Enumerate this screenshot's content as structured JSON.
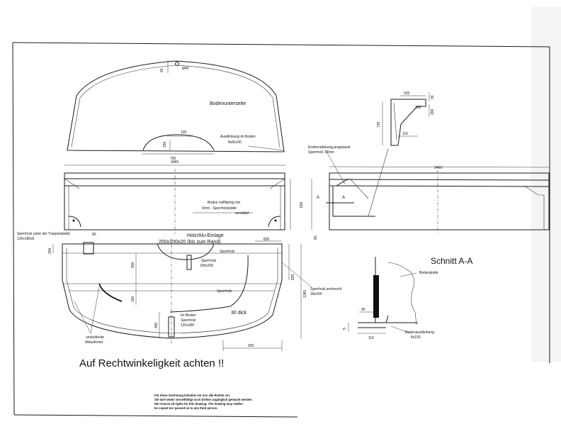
{
  "title": "Auf Rechtwinkeligkeit achten !!",
  "views": {
    "bottom": {
      "label": "Bodenunterseite",
      "cutout": "Ausklinkung im Boden:",
      "cutout_size": "8x8x100",
      "dim_60": "60",
      "dim_45": "Ø45",
      "dim_100": "100",
      "dim_150": "150",
      "dim_750": "750"
    },
    "front": {
      "dim_width": "3460",
      "plate_note_1": "Boden vollflächig mit",
      "plate_note_2": "6mm - Sperrholzplatte",
      "plate_note_3": "verstärkt",
      "dim_800": "800",
      "dim_80": "80"
    },
    "side": {
      "dim_width": "3460",
      "end_note_1": "Endverstärkung,angepasst",
      "end_note_2": "Sperrholz 15mm",
      "section_mark": "A"
    },
    "detail": {
      "dim_520": "520",
      "dim_30": "30",
      "dim_160": "160",
      "dim_200": "200",
      "dim_730": "730",
      "dim_110": "110"
    },
    "top": {
      "stair_note_1": "Sperrholz unter der Treppenplatte",
      "stair_note_2": "120x180x6",
      "dim_80": "80",
      "insert_note_1": "Holz/Alu-Einlage",
      "insert_note_2": "200x100x20 (bis zum Rand)",
      "dim_820": "820",
      "dim_200": "200",
      "sperrholz_a": "Sperrholz",
      "sperrholz_b": "Sperrholz",
      "sperrholz_b_size": "100x200",
      "sperrholz_c": "Sperrholz",
      "dim_800": "800",
      "dim_150": "150",
      "dim_450": "450",
      "im_boden_1": "Im Boden",
      "im_boden_2": "Sperrholz",
      "im_boden_3": "120x300",
      "dim_30": "30 dick",
      "vertical_note_1": "Sperrholz,senkrecht",
      "vertical_note_2": "18x200",
      "dim_825": "825",
      "dim_1380": "1380",
      "gutter_1": "umlaufende",
      "gutter_2": "Ablaufrinne",
      "dim_920": "920"
    },
    "section": {
      "title": "Schnitt A-A",
      "base": "Bodenplatte",
      "dim_45": "45",
      "dim_5": "5",
      "dim_110": "110",
      "cutout_1": "Bodenausklinkung",
      "cutout_2": "8x100"
    }
  },
  "footer": {
    "line1": "Für diese Zeichnung behalten wir uns alle Rechte vor.",
    "line2": "Sie darf weder vervielfältigt noch Dritten zugänglich gemacht werden.",
    "line3": "We reserve all rights for this drawing. The drawing may neither",
    "line4": "be copied nor passed on to any third person."
  }
}
